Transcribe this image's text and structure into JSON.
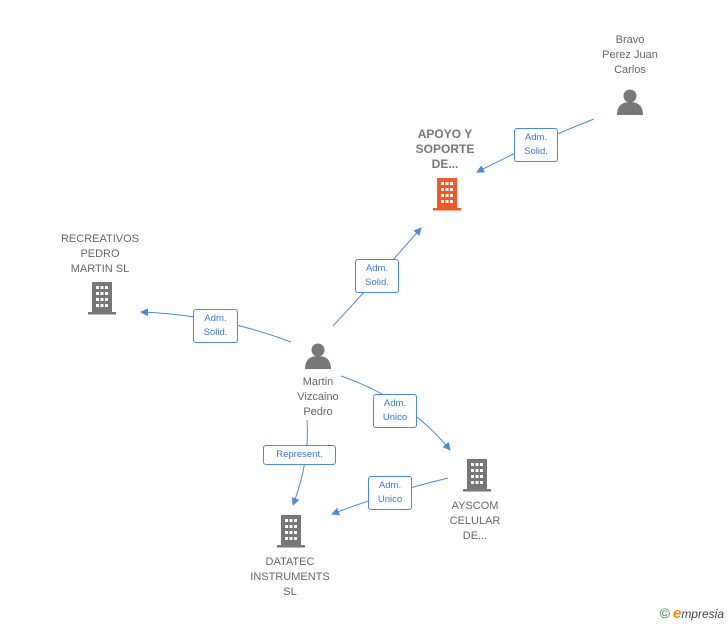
{
  "nodes": {
    "bravo": {
      "name": "Bravo\nPerez Juan\nCarlos",
      "icon": "person-icon"
    },
    "apoyo": {
      "name": "APOYO Y\nSOPORTE\nDE...",
      "icon": "building-icon",
      "color": "#f15a24"
    },
    "recreativos": {
      "name": "RECREATIVOS\nPEDRO\nMARTIN  SL",
      "icon": "building-icon"
    },
    "martin": {
      "name": "Martin\nVizcaino\nPedro",
      "icon": "person-icon"
    },
    "ayscom": {
      "name": "AYSCOM\nCELULAR\nDE...",
      "icon": "building-icon"
    },
    "datatec": {
      "name": "DATATEC\nINSTRUMENTS\nSL",
      "icon": "building-icon"
    }
  },
  "edges": {
    "bravo_apoyo": "Adm.\nSolid.",
    "martin_apoyo": "Adm.\nSolid.",
    "martin_recreativos": "Adm.\nSolid.",
    "martin_ayscom": "Adm.\nUnico",
    "martin_datatec": "Represent.",
    "ayscom_datatec": "Adm.\nUnico"
  },
  "colors": {
    "edge": "#4a8ad8",
    "node": "#777777",
    "highlight": "#f15a24"
  },
  "brand": {
    "copyright": "©",
    "e": "e",
    "rest": "mpresia"
  }
}
